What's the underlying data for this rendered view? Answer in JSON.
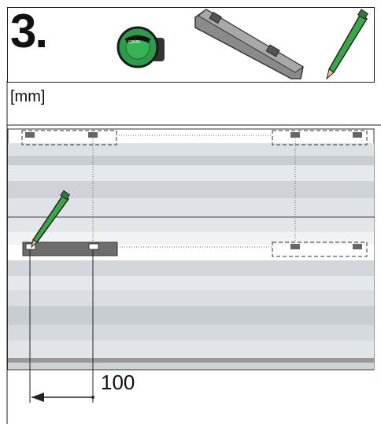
{
  "step": {
    "number": "3."
  },
  "tools": {
    "tape_measure": {
      "icon": "tape-measure-icon",
      "brand_text": "GRÜN",
      "color": "#2e9b4a"
    },
    "rail": {
      "icon": "mounting-rail-icon"
    },
    "pencil": {
      "icon": "pencil-icon",
      "color": "#3aa84a"
    }
  },
  "drawing": {
    "unit_label": "[mm]",
    "dimension_value": "100",
    "highlight_color": "#6d6d6d"
  }
}
